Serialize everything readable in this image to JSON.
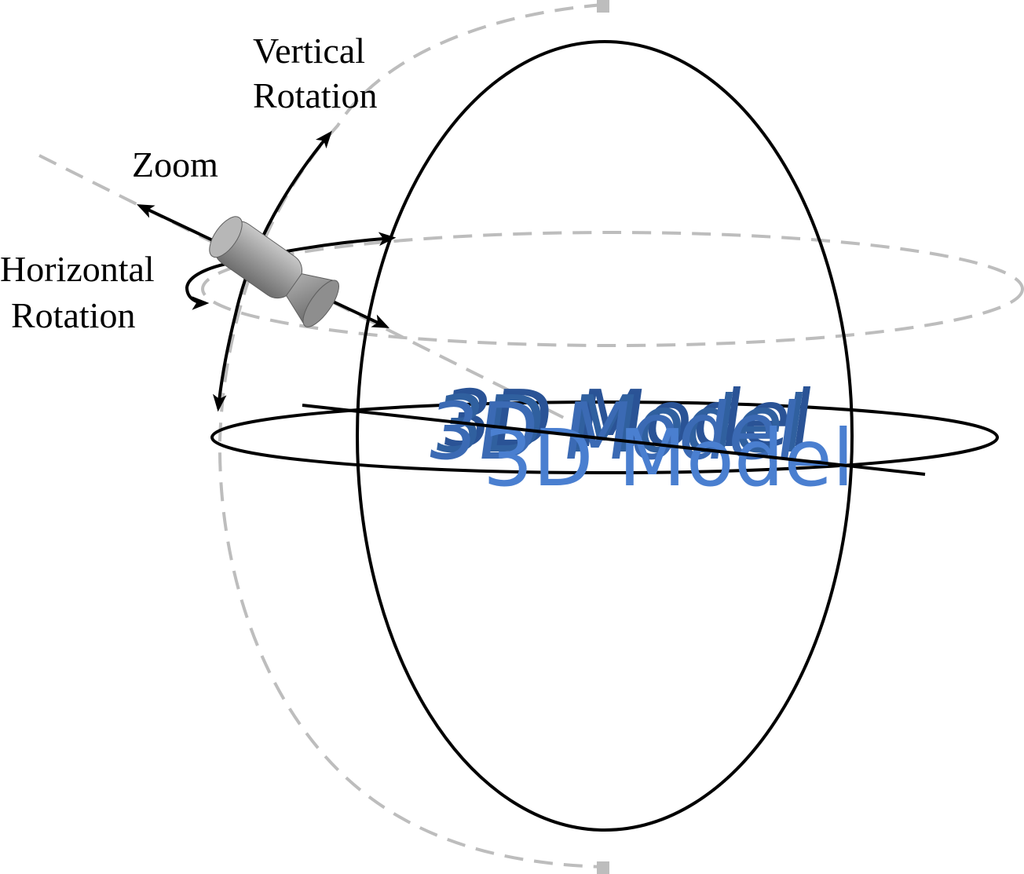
{
  "labels": {
    "vertical_line1": "Vertical",
    "vertical_line2": "Rotation",
    "zoom": "Zoom",
    "horizontal_line1": "Horizontal",
    "horizontal_line2": "Rotation",
    "model": "3D Model"
  },
  "colors": {
    "solid_stroke": "#000000",
    "dashed_stroke": "#bdbdbd",
    "camera_body": "#8c8c8c",
    "model_front": "#4a7fd0",
    "model_extrusion": "#2a5396"
  },
  "icons": {
    "camera": "camera-icon"
  }
}
